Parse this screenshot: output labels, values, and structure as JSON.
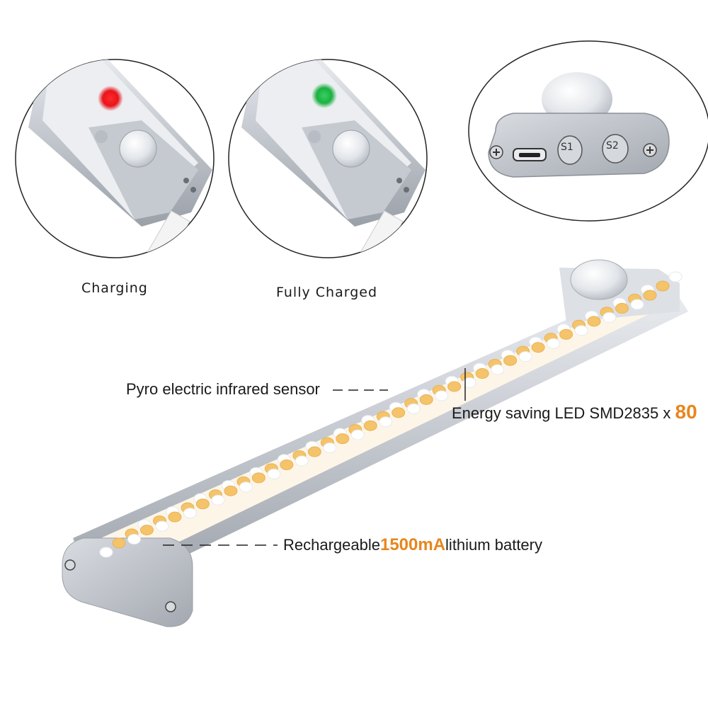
{
  "indicators": {
    "charging": {
      "label": "Charging",
      "led_color": "#e8141c"
    },
    "fully_charged": {
      "label": "Fully Charged",
      "led_color": "#1db043"
    }
  },
  "buttons": {
    "s1": "S1",
    "s2": "S2"
  },
  "annotations": {
    "sensor": "Pyro electric infrared sensor",
    "led_prefix": "Energy saving LED SMD2835 x ",
    "led_count": "80",
    "battery_prefix": "Rechargeable",
    "battery_capacity": "1500mA",
    "battery_suffix": "lithium battery"
  },
  "colors": {
    "accent": "#e8861e",
    "warm_led": "#f5c46a",
    "cool_led": "#ffffff",
    "housing": "#c9cdd4"
  }
}
